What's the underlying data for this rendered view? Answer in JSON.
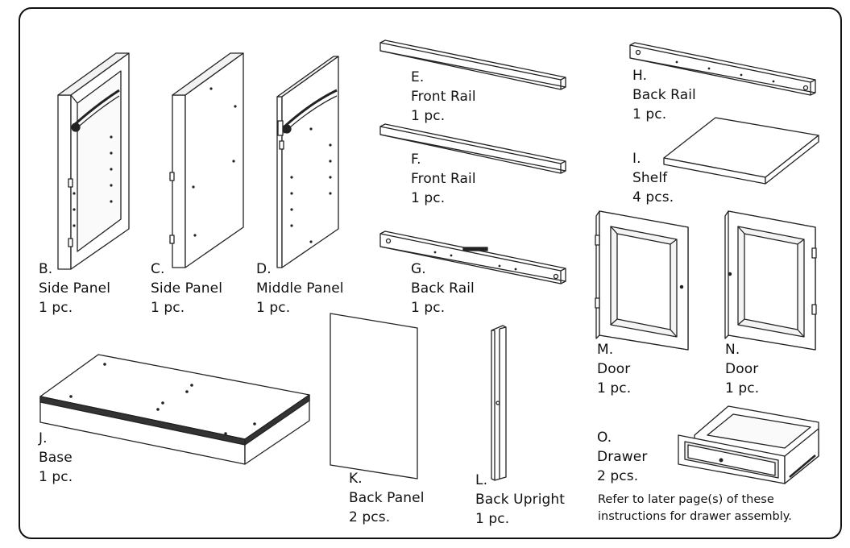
{
  "parts": {
    "b": {
      "letter": "B.",
      "name": "Side Panel",
      "qty": "1 pc."
    },
    "c": {
      "letter": "C.",
      "name": "Side Panel",
      "qty": "1 pc."
    },
    "d": {
      "letter": "D.",
      "name": "Middle Panel",
      "qty": "1 pc."
    },
    "e": {
      "letter": "E.",
      "name": "Front Rail",
      "qty": "1 pc."
    },
    "f": {
      "letter": "F.",
      "name": "Front Rail",
      "qty": "1 pc."
    },
    "g": {
      "letter": "G.",
      "name": "Back Rail",
      "qty": "1 pc."
    },
    "h": {
      "letter": "H.",
      "name": "Back Rail",
      "qty": "1 pc."
    },
    "i": {
      "letter": "I.",
      "name": "Shelf",
      "qty": "4 pcs."
    },
    "j": {
      "letter": "J.",
      "name": "Base",
      "qty": "1 pc."
    },
    "k": {
      "letter": "K.",
      "name": "Back Panel",
      "qty": "2 pcs."
    },
    "l": {
      "letter": "L.",
      "name": "Back Upright",
      "qty": "1 pc."
    },
    "m": {
      "letter": "M.",
      "name": "Door",
      "qty": "1 pc."
    },
    "n": {
      "letter": "N.",
      "name": "Door",
      "qty": "1 pc."
    },
    "o": {
      "letter": "O.",
      "name": "Drawer",
      "qty": "2 pcs."
    }
  },
  "note": {
    "line1": "Refer to later page(s) of these",
    "line2": "instructions for drawer assembly."
  }
}
